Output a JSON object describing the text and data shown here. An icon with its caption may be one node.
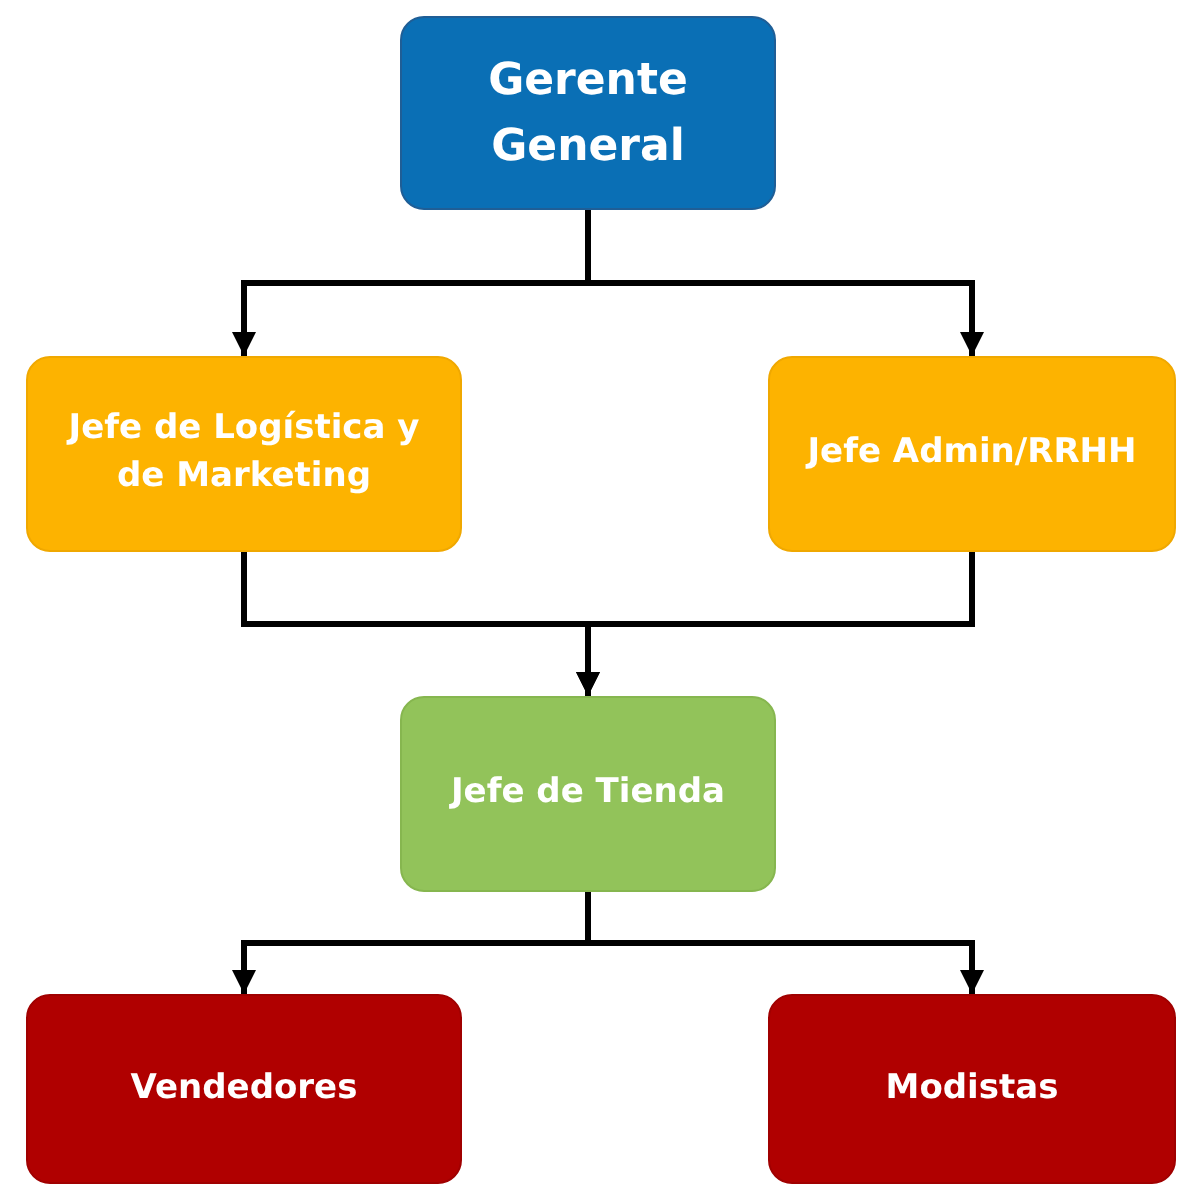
{
  "diagram": {
    "nodes": [
      {
        "text": [
          "Gerente General"
        ]
      },
      {
        "text": [
          "Jefe de Logística y de Marketing"
        ]
      },
      {
        "text": [
          "Jefe Admin/RRHH"
        ]
      },
      {
        "text": [
          "Jefe de Tienda"
        ]
      },
      {
        "text": [
          "Vendedores"
        ]
      },
      {
        "text": [
          "Modistas"
        ]
      }
    ],
    "edges": [
      {
        "from": 0,
        "to": 1,
        "arrow": "to"
      },
      {
        "from": 0,
        "to": 2,
        "arrow": "to"
      },
      {
        "from": 1,
        "to": 3,
        "arrow": "to"
      },
      {
        "from": 2,
        "to": 3,
        "arrow": "to"
      },
      {
        "from": 3,
        "to": 4,
        "arrow": "to"
      },
      {
        "from": 3,
        "to": 5,
        "arrow": "to"
      }
    ]
  }
}
